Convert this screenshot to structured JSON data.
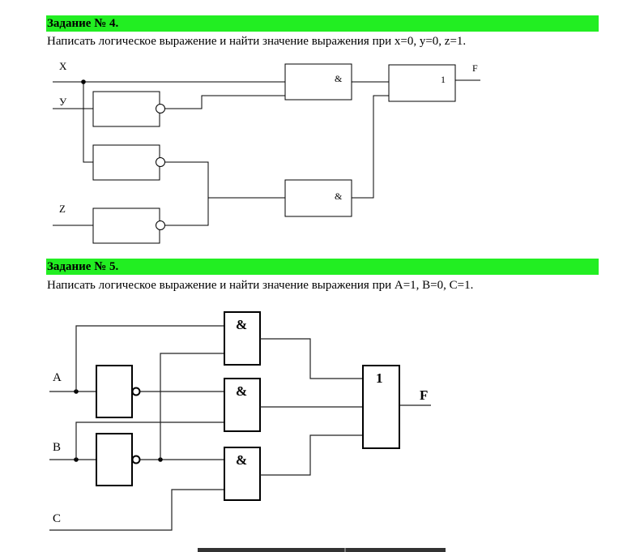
{
  "task4": {
    "title": "Задание № 4.",
    "text": "Написать логическое выражение и найти значение выражения при x=0, y=0, z=1.",
    "inputs": {
      "x": "X",
      "y": "У",
      "z": "Z"
    },
    "gate_and": "&",
    "gate_or": "1",
    "output": "F"
  },
  "task5": {
    "title": "Задание № 5.",
    "text": "Написать логическое выражение и найти значение выражения при A=1, B=0, C=1.",
    "inputs": {
      "a": "A",
      "b": "B",
      "c": "C"
    },
    "gate_and": "&",
    "gate_or": "1",
    "output": "F"
  }
}
